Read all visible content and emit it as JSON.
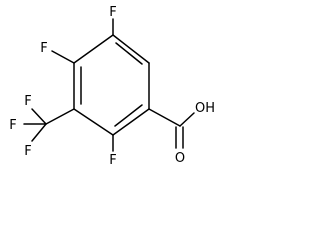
{
  "molecule": {
    "atoms": {
      "f_top": "F",
      "f_left": "F",
      "f_cf3_a": "F",
      "f_cf3_b": "F",
      "f_cf3_c": "F",
      "f_bottom": "F",
      "carbonyl_o": "O",
      "hydroxyl": "OH"
    },
    "colors": {
      "ink": "#000000",
      "background": "#ffffff"
    }
  }
}
